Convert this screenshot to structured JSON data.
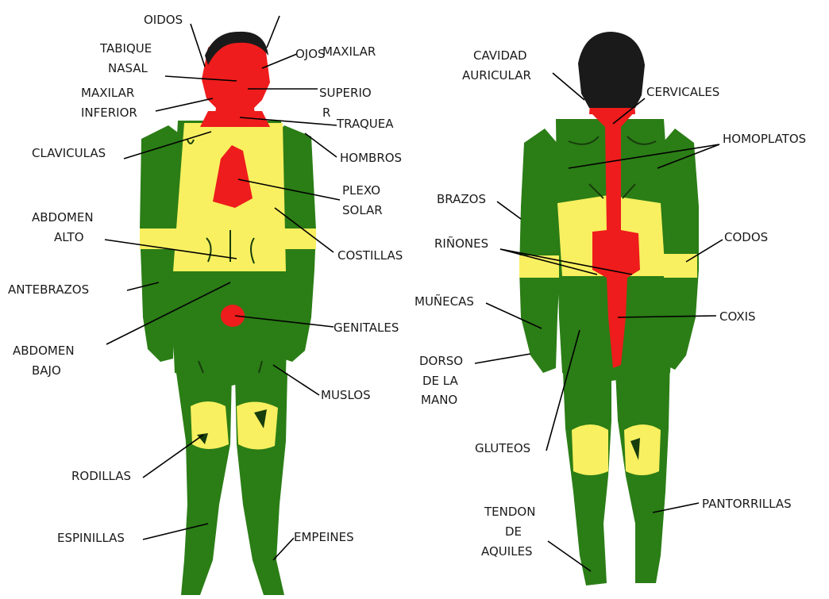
{
  "colors": {
    "green": "#2b7d16",
    "yellow": "#f8f060",
    "red": "#ee1c1c"
  },
  "front": {
    "oidos": "OIDOS",
    "tabique_1": "TABIQUE",
    "tabique_2": "NASAL",
    "ojos": "OJOS",
    "maxilar": "MAXILAR",
    "maxilar_inf_1": "MAXILAR",
    "maxilar_inf_2": "INFERIOR",
    "superior_1": "SUPERIO",
    "superior_2": "R",
    "traquea": "TRAQUEA",
    "claviculas": "CLAVICULAS",
    "hombros": "HOMBROS",
    "plexo_1": "PLEXO",
    "plexo_2": "SOLAR",
    "abdomen_alto_1": "ABDOMEN",
    "abdomen_alto_2": "ALTO",
    "costillas": "COSTILLAS",
    "antebrazos": "ANTEBRAZOS",
    "genitales": "GENITALES",
    "abdomen_bajo_1": "ABDOMEN",
    "abdomen_bajo_2": "BAJO",
    "muslos": "MUSLOS",
    "rodillas": "RODILLAS",
    "espinillas": "ESPINILLAS",
    "empeines": "EMPEINES"
  },
  "back": {
    "cavidad_1": "CAVIDAD",
    "cavidad_2": "AURICULAR",
    "cervicales": "CERVICALES",
    "homoplatos": "HOMOPLATOS",
    "brazos": "BRAZOS",
    "codos": "CODOS",
    "rinones": "RIÑONES",
    "munecas": "MUÑECAS",
    "coxis": "COXIS",
    "dorso_1": "DORSO",
    "dorso_2": "DE LA",
    "dorso_3": "MANO",
    "gluteos": "GLUTEOS",
    "tendon_1": "TENDON",
    "tendon_2": "DE",
    "tendon_3": "AQUILES",
    "pantorrillas": "PANTORRILLAS"
  }
}
